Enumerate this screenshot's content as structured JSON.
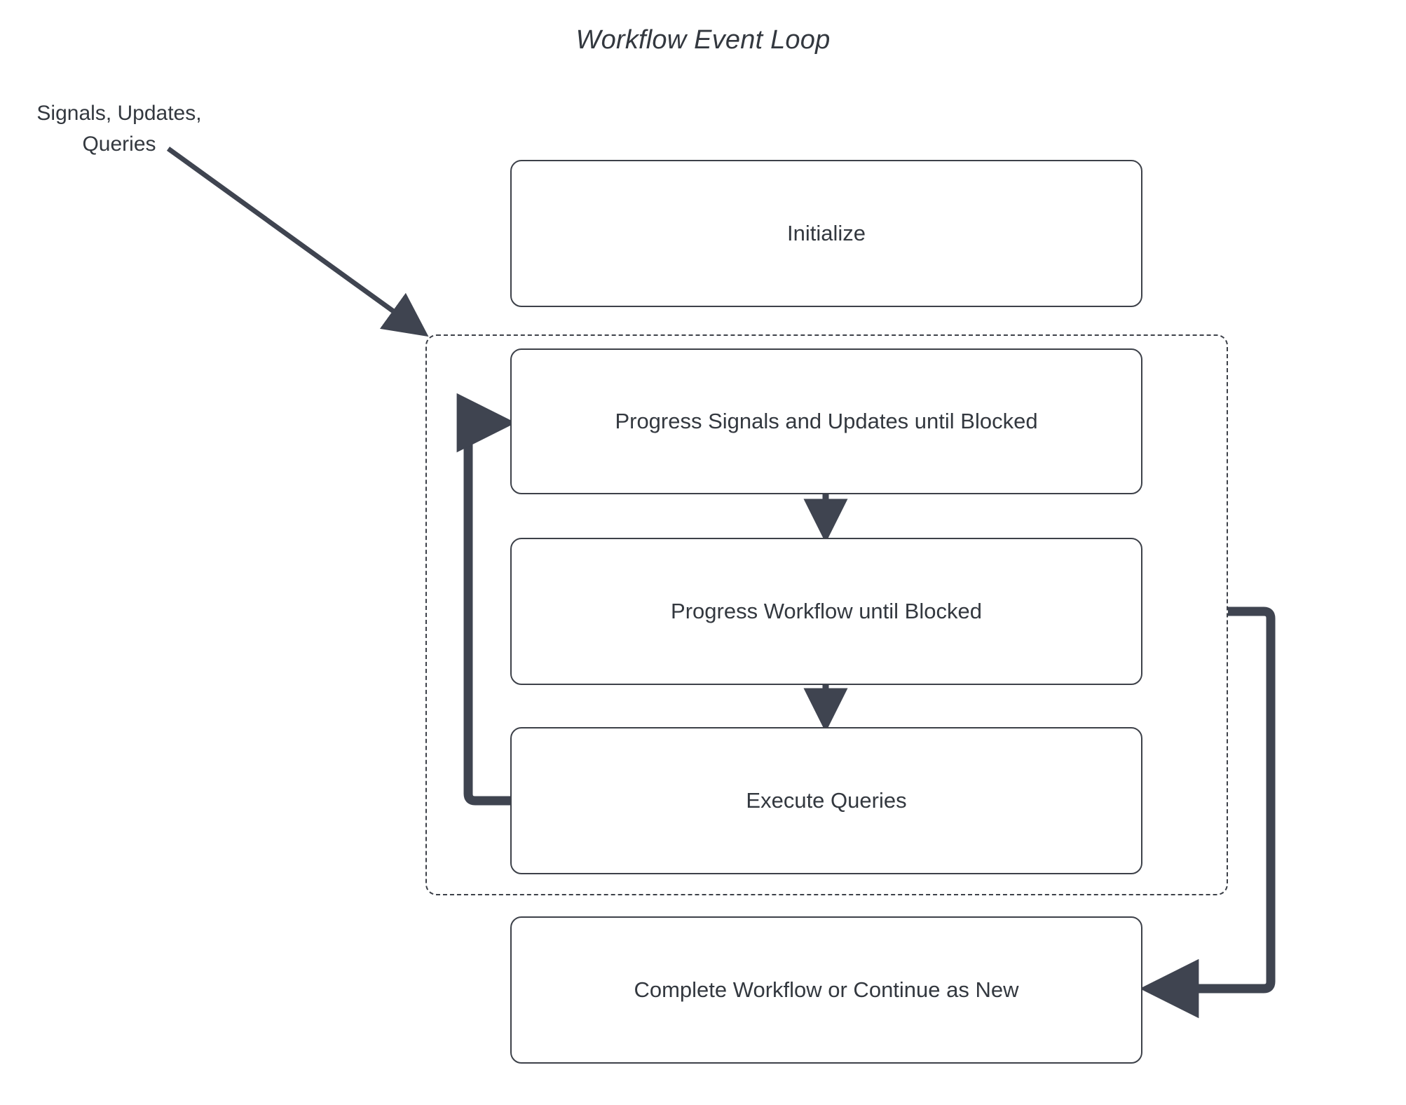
{
  "diagram": {
    "title": "Workflow Event Loop",
    "external_label": {
      "line1": "Signals, Updates,",
      "line2": "Queries"
    },
    "nodes": {
      "initialize": "Initialize",
      "progress_signals": "Progress Signals and Updates until Blocked",
      "progress_workflow": "Progress Workflow until Blocked",
      "execute_queries": "Execute Queries",
      "complete": "Complete Workflow or Continue as New"
    },
    "colors": {
      "stroke": "#3d4149",
      "text": "#33383f",
      "connector": "#3f4450",
      "background": "#ffffff"
    }
  }
}
